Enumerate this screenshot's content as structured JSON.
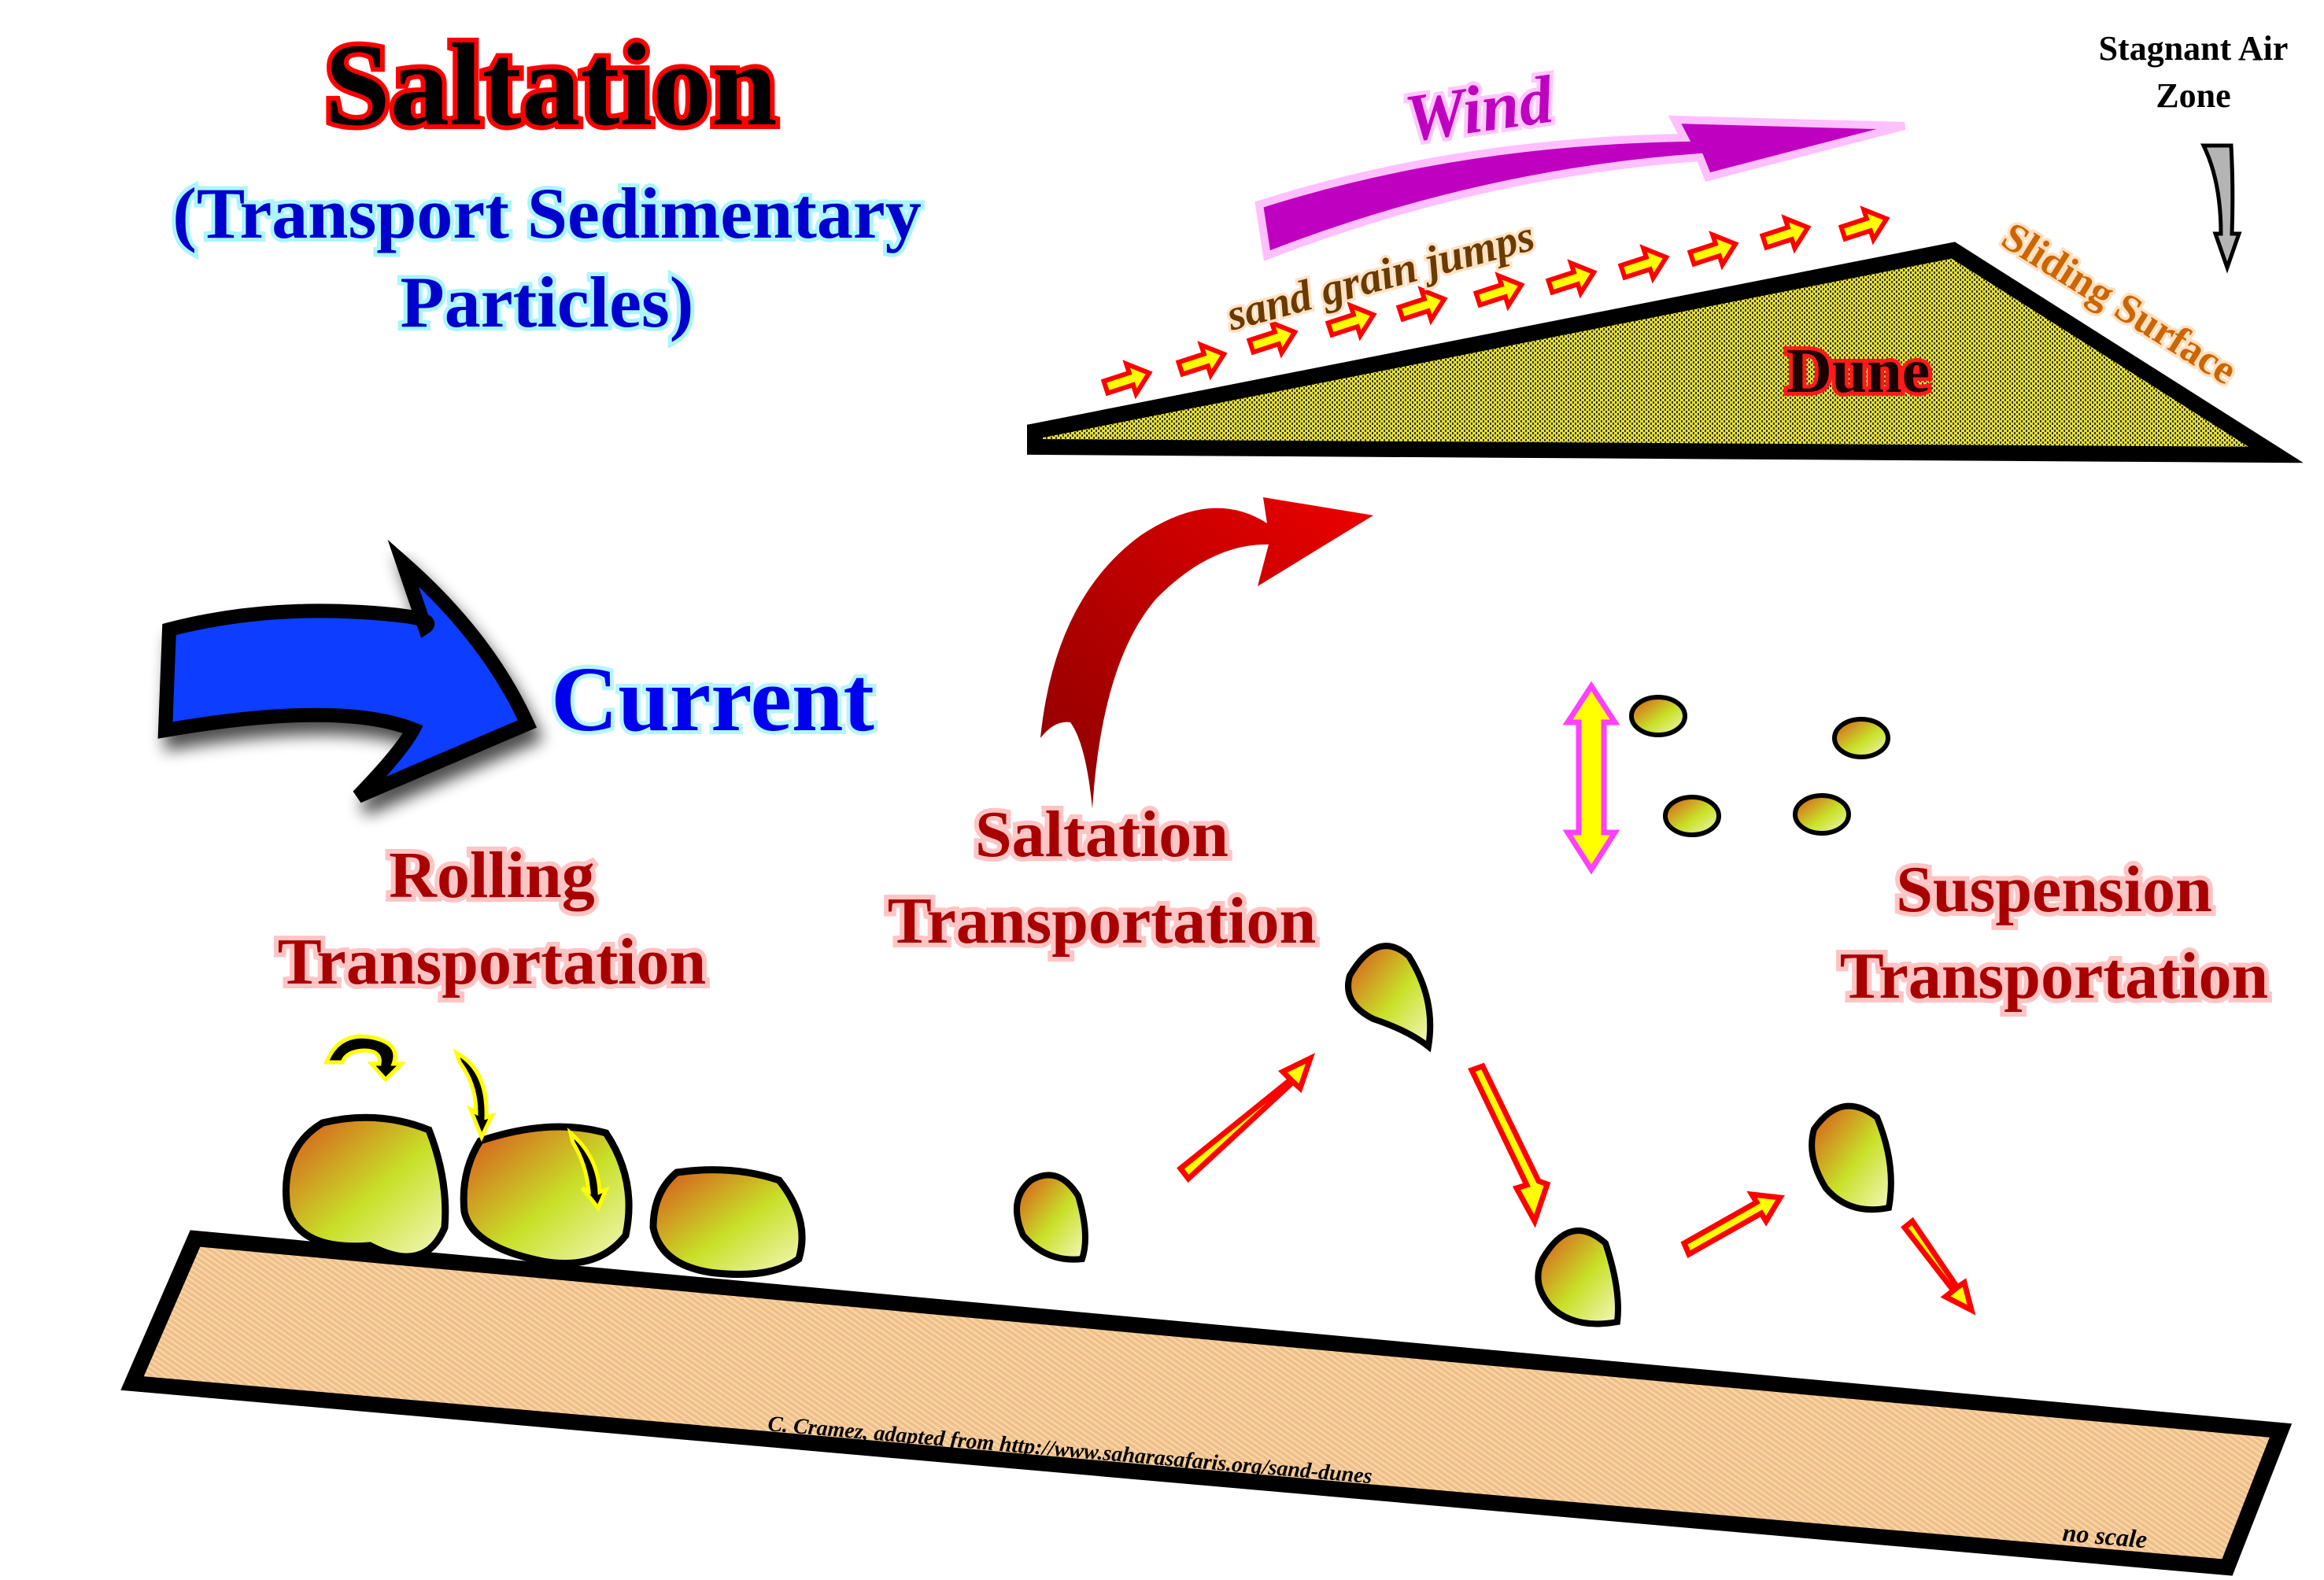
{
  "title": "Saltation",
  "subtitle_lines": [
    "(Transport Sedimentary",
    "Particles)"
  ],
  "current_label": "Current",
  "wind_label": "Wind",
  "sand_grain_jumps_label": "sand grain jumps",
  "dune_label": "Dune",
  "sliding_surface_label": "Sliding Surface",
  "stagnant_air_lines": [
    "Stagnant Air",
    "Zone"
  ],
  "modes": {
    "rolling": [
      "Rolling",
      "Transportation"
    ],
    "saltation": [
      "Saltation",
      "Transportation"
    ],
    "suspension": [
      "Suspension",
      "Transportation"
    ]
  },
  "credit": "C. Cramez, adapted from http://www.saharasafaris.org/sand-dunes",
  "scale_note": "no scale",
  "colors": {
    "current_arrow": "#0f3cff",
    "wind_arrow": "#c000c0",
    "saltation_arrow": "#cc0000",
    "dune_fill": "#d8d040",
    "bed_fill": "#f2c690",
    "grain_dark": "#d86020",
    "grain_light": "#c8e028",
    "jump_arrow_fill": "#ffff00",
    "jump_arrow_outline": "#ff0000"
  }
}
